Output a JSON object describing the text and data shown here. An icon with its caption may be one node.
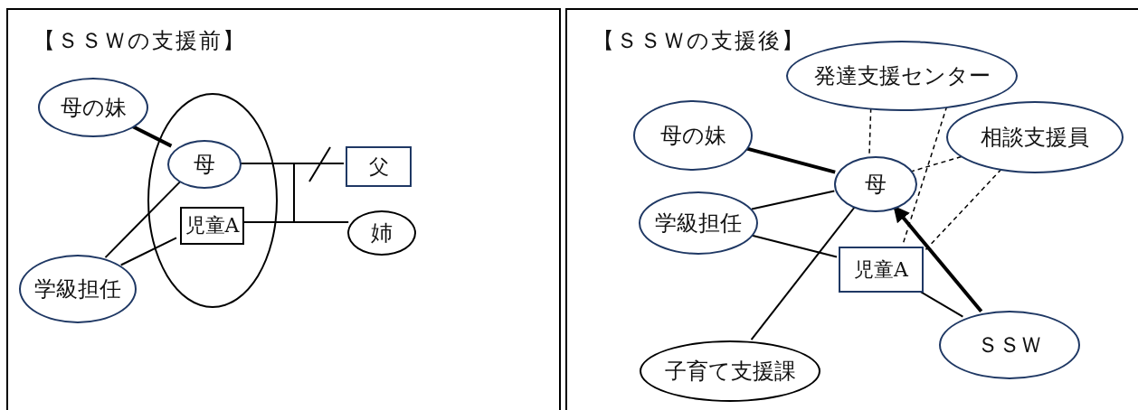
{
  "diagram": {
    "nodes": [
      {
        "text": [
          "【ＳＳＷの支援前】"
        ]
      },
      {
        "text": [
          "母の妹"
        ],
        "in": 0
      },
      {
        "text": [],
        "shape": "ellipse",
        "in": 0
      },
      {
        "text": [
          "母"
        ],
        "in": 2
      },
      {
        "text": [
          "父"
        ],
        "in": 0
      },
      {
        "text": [
          "児童A"
        ],
        "in": 2
      },
      {
        "text": [
          "姉"
        ],
        "in": 0
      },
      {
        "text": [
          "学級担任"
        ],
        "in": 0
      },
      {
        "text": [
          "【ＳＳＷの支援後】"
        ]
      },
      {
        "text": [
          "発達支援センター"
        ],
        "in": 8
      },
      {
        "text": [
          "母の妹"
        ],
        "in": 8
      },
      {
        "text": [
          "相談支援員"
        ],
        "in": 8
      },
      {
        "text": [
          "母"
        ],
        "in": 8
      },
      {
        "text": [
          "学級担任"
        ],
        "in": 8
      },
      {
        "text": [
          "児童A"
        ],
        "in": 8
      },
      {
        "text": [
          "ＳＳＷ"
        ],
        "in": 8
      },
      {
        "text": [
          "子育て支援課"
        ],
        "in": 8
      }
    ],
    "edges": [
      {
        "from": 1,
        "to": 3,
        "arrow": "none",
        "style": "thick"
      },
      {
        "from": 7,
        "to": 3,
        "arrow": "none"
      },
      {
        "from": 7,
        "to": 5,
        "arrow": "none"
      },
      {
        "from": 3,
        "to": 4,
        "arrow": "none"
      },
      {
        "from": 5,
        "to": 6,
        "arrow": "none"
      },
      {
        "from": 10,
        "to": 12,
        "arrow": "none",
        "style": "thick"
      },
      {
        "from": 13,
        "to": 12,
        "arrow": "none"
      },
      {
        "from": 13,
        "to": 14,
        "arrow": "none"
      },
      {
        "from": 16,
        "to": 12,
        "arrow": "none"
      },
      {
        "from": 9,
        "to": 12,
        "arrow": "none",
        "style": "dashed"
      },
      {
        "from": 9,
        "to": 14,
        "arrow": "none",
        "style": "dashed"
      },
      {
        "from": 11,
        "to": 12,
        "arrow": "none",
        "style": "dashed"
      },
      {
        "from": 11,
        "to": 14,
        "arrow": "none",
        "style": "dashed"
      },
      {
        "from": 14,
        "to": 15,
        "arrow": "none"
      },
      {
        "from": 15,
        "to": 12,
        "arrow": "to",
        "style": "thick"
      }
    ]
  }
}
